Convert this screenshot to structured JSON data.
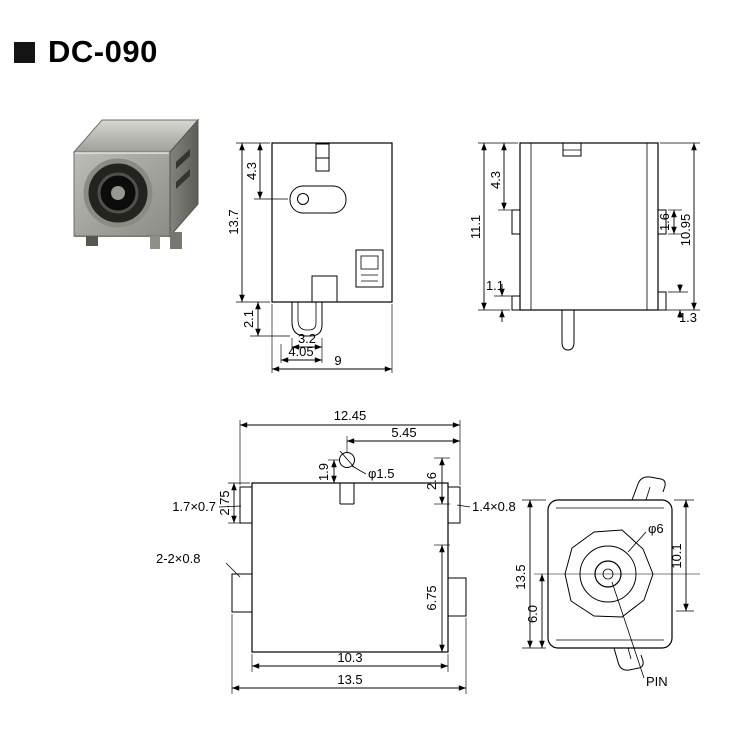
{
  "header": {
    "title": "DC-090"
  },
  "views": {
    "side": {
      "dim_total_height": "13.7",
      "dim_barrel_center": "4.3",
      "dim_pin_drop": "2.1",
      "dim_hook_width": "3.2",
      "dim_hook_offset": "4.05",
      "dim_body_depth": "9"
    },
    "rear": {
      "dim_tab_top_offset": "4.3",
      "dim_total_height": "11.1",
      "dim_tab_bottom_left": "1.1",
      "dim_tab_right_top": "1.6",
      "dim_right_height": "10.95",
      "dim_tab_bottom_right": "1.3"
    },
    "top": {
      "dim_width_over_tabs": "12.45",
      "dim_pin_to_edge": "5.45",
      "dim_tab_length": "2.75",
      "dim_pin_inset": "1.9",
      "dim_pin_diameter": "φ1.5",
      "dim_right_offset": "2.6",
      "dim_pad_left": "1.7×0.7",
      "dim_pad_right": "1.4×0.8",
      "dim_side_pads": "2-2×0.8",
      "dim_side_pad_pos": "6.75",
      "dim_body_width": "10.3",
      "dim_total_width": "13.5"
    },
    "front": {
      "dim_barrel_diameter": "φ6",
      "dim_total_height": "13.5",
      "dim_center_to_bottom": "6.0",
      "dim_right_height": "10.1",
      "pin_label": "PIN"
    }
  }
}
